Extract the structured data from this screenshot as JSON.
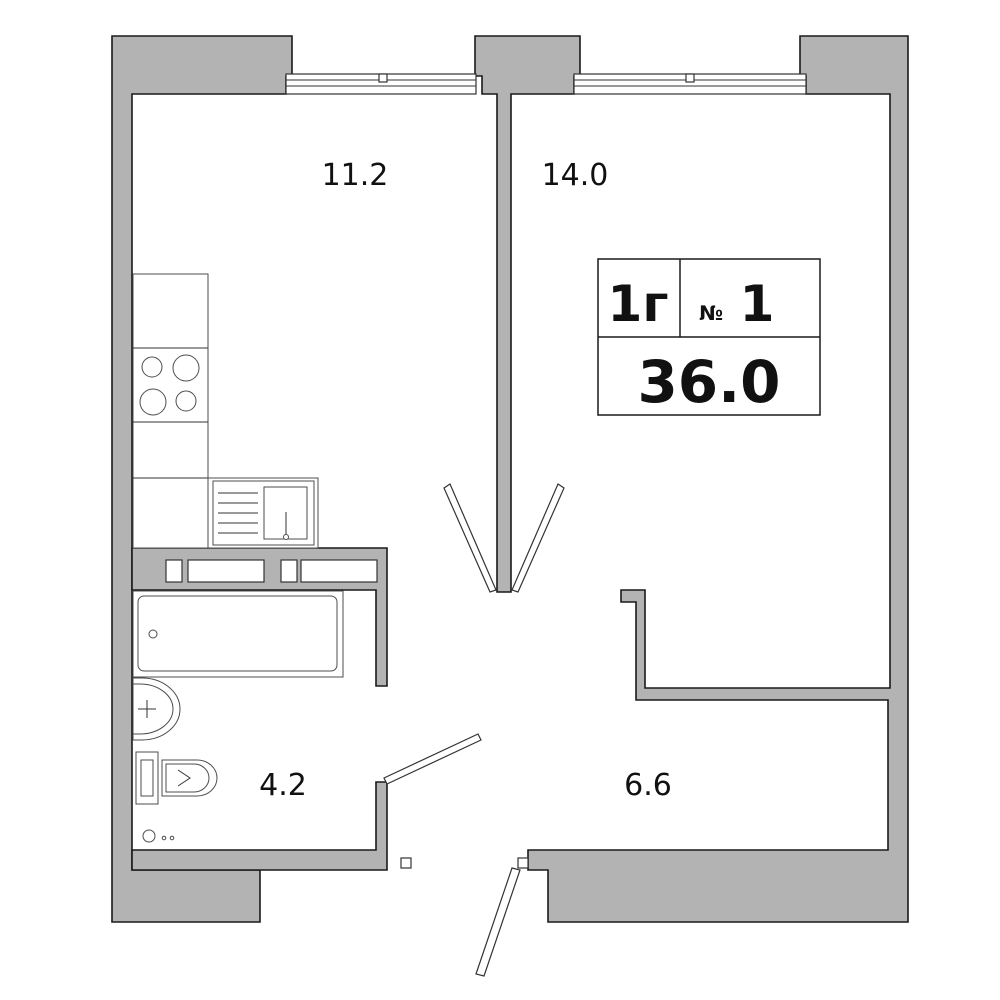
{
  "rooms": [
    {
      "id": "kitchen",
      "area": "11.2"
    },
    {
      "id": "living",
      "area": "14.0"
    },
    {
      "id": "bathroom",
      "area": "4.2"
    },
    {
      "id": "hall",
      "area": "6.6"
    }
  ],
  "summary": {
    "rooms_code": "1г",
    "number_sign": "№",
    "apartment_number": "1",
    "total_area": "36.0"
  },
  "colors": {
    "wall_fill": "#b3b3b3",
    "wall_stroke": "#1a1a1a",
    "background": "#ffffff"
  }
}
